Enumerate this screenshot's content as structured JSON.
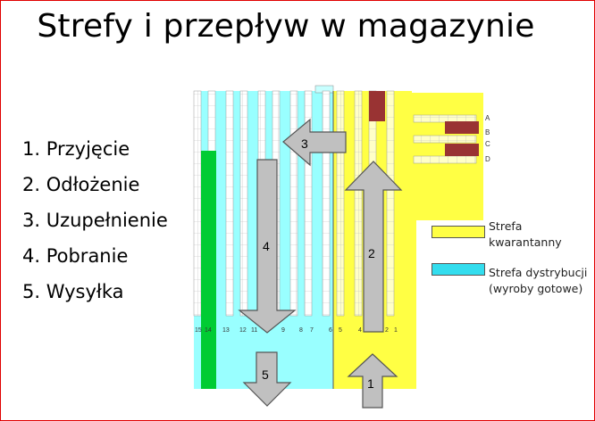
{
  "title": "Strefy i przepływ w magazynie",
  "steps": [
    "1. Przyjęcie",
    "2. Odłożenie",
    "3. Uzupełnienie",
    "4. Pobranie",
    "5. Wysyłka"
  ],
  "arrows": {
    "a1": "1",
    "a2": "2",
    "a3": "3",
    "a4": "4",
    "a5": "5"
  },
  "rack_numbers": [
    "15",
    "14",
    "13",
    "12",
    "11",
    "9",
    "8",
    "7",
    "6",
    "5",
    "4",
    "2",
    "1"
  ],
  "dock_labels": [
    "A",
    "B",
    "C",
    "D"
  ],
  "legend": {
    "quarantine_line1": "Strefa",
    "quarantine_line2": "kwarantanny",
    "distribution_line1": "Strefa dystrybucji",
    "distribution_line2": "(wyroby gotowe)"
  },
  "colors": {
    "quarantine": "#ffff44",
    "distribution": "#99ffff",
    "green": "#00cc33",
    "rack_red": "#993333",
    "arrow": "#c0c0c0",
    "border": "#e00000"
  }
}
